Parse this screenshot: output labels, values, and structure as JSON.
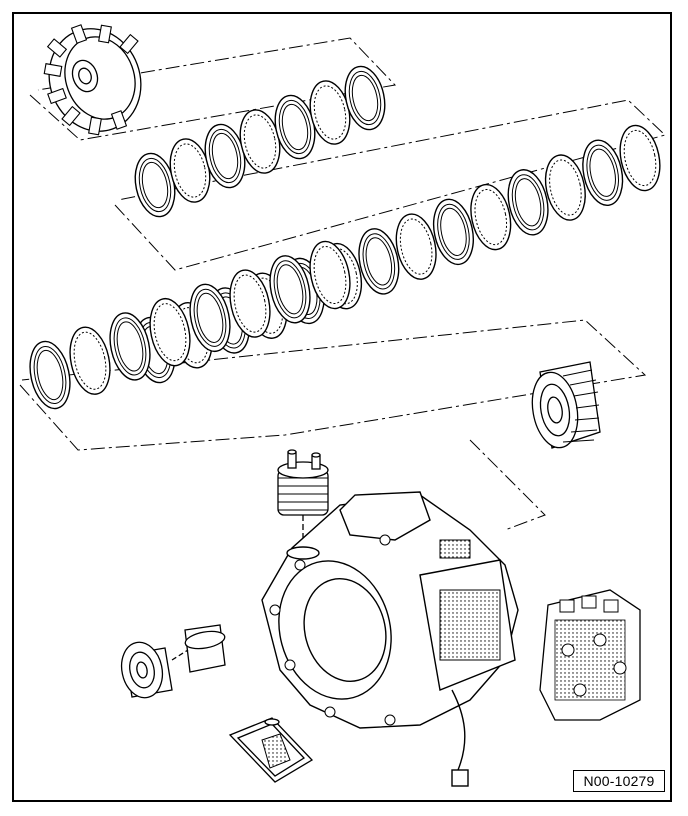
{
  "figure": {
    "reference_number": "N00-10279",
    "colors": {
      "ink": "#000000",
      "paper": "#ffffff",
      "hatch": "#555555"
    }
  },
  "parts": [
    {
      "name": "clutch-drum"
    },
    {
      "name": "clutch-plate-set-1",
      "plates": 7
    },
    {
      "name": "clutch-plate-set-2",
      "plates": 14
    },
    {
      "name": "clutch-plate-set-3",
      "plates": 8
    },
    {
      "name": "planetary-gear-carrier"
    },
    {
      "name": "oil-cooler"
    },
    {
      "name": "gearbox-housing"
    },
    {
      "name": "mechatronic-unit"
    },
    {
      "name": "one-way-clutch"
    },
    {
      "name": "oil-strainer"
    }
  ]
}
